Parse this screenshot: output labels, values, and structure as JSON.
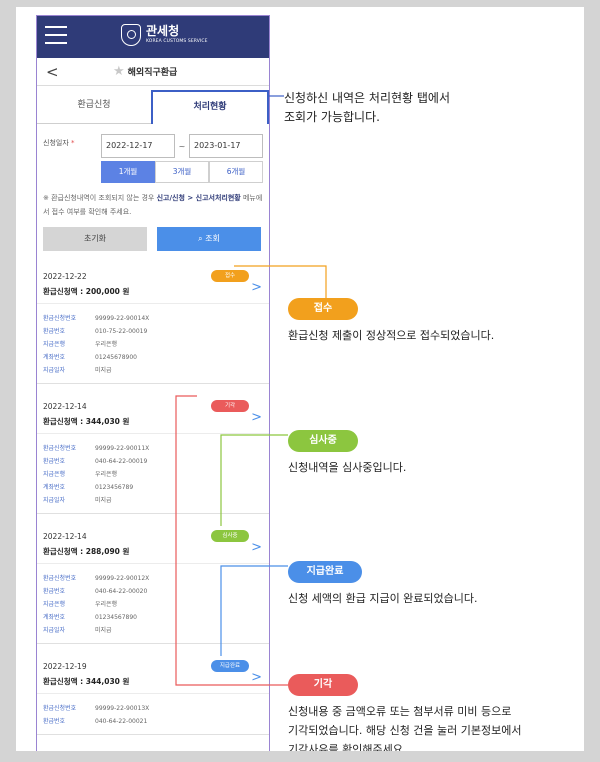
{
  "header": {
    "org_name": "관세청",
    "org_sub": "KOREA CUSTOMS SERVICE"
  },
  "nav": {
    "title": "해외직구환급"
  },
  "tabs": [
    {
      "label": "환급신청"
    },
    {
      "label": "처리현황"
    }
  ],
  "filter": {
    "date_label": "신청일자",
    "required_mark": "*",
    "start_date": "2022-12-17",
    "tilde": "~",
    "end_date": "2023-01-17",
    "periods": [
      "1개월",
      "3개월",
      "6개월"
    ]
  },
  "notice": {
    "prefix": "※ 환급신청내역이 조회되지 않는 경우 ",
    "menu": "신고/신청 > 신고서처리현황",
    "suffix": " 메뉴에서 접수 여부를 확인해 주세요."
  },
  "actions": {
    "reset": "초기화",
    "search": "조회"
  },
  "labels": {
    "amount_prefix": "환급신청액 : ",
    "app_no": "환급신청번호",
    "refund_no": "환급번호",
    "bank": "지급은행",
    "account": "계좌번호",
    "pay_date": "지급일자"
  },
  "cards": [
    {
      "date": "2022-12-22",
      "amount": "200,000 원",
      "status": "접수",
      "color": "#f2a01d",
      "app_no": "99999-22-90014X",
      "refund_no": "010-75-22-00019",
      "bank": "우리은행",
      "account": "01245678900",
      "pay_date": "미지급"
    },
    {
      "date": "2022-12-14",
      "amount": "344,030 원",
      "status": "기각",
      "color": "#ea5b5b",
      "app_no": "99999-22-90011X",
      "refund_no": "040-64-22-00019",
      "bank": "우리은행",
      "account": "0123456789",
      "pay_date": "미지급"
    },
    {
      "date": "2022-12-14",
      "amount": "288,090 원",
      "status": "심사중",
      "color": "#8cc63f",
      "app_no": "99999-22-90012X",
      "refund_no": "040-64-22-00020",
      "bank": "우리은행",
      "account": "01234567890",
      "pay_date": "미지급"
    },
    {
      "date": "2022-12-19",
      "amount": "344,030 원",
      "status": "지급완료",
      "color": "#4b8fe8",
      "app_no": "99999-22-90013X",
      "refund_no": "040-64-22-00021"
    }
  ],
  "annotations": {
    "tab_note": [
      "신청하신 내역은 처리현황 탭에서",
      "조회가 가능합니다."
    ],
    "items": [
      {
        "label": "접수",
        "color": "#f2a01d",
        "lines": [
          "환급신청 제출이 정상적으로 접수되었습니다."
        ]
      },
      {
        "label": "심사중",
        "color": "#8cc63f",
        "lines": [
          "신청내역을 심사중입니다."
        ]
      },
      {
        "label": "지급완료",
        "color": "#4b8fe8",
        "lines": [
          "신청 세액의 환급 지급이 완료되었습니다."
        ]
      },
      {
        "label": "기각",
        "color": "#ea5b5b",
        "lines": [
          "신청내용 중 금액오류 또는 첨부서류 미비 등으로",
          "기각되었습니다. 해당 신청 건을 눌러 기본정보에서",
          "기각사유를 확인해주세요."
        ]
      }
    ]
  }
}
